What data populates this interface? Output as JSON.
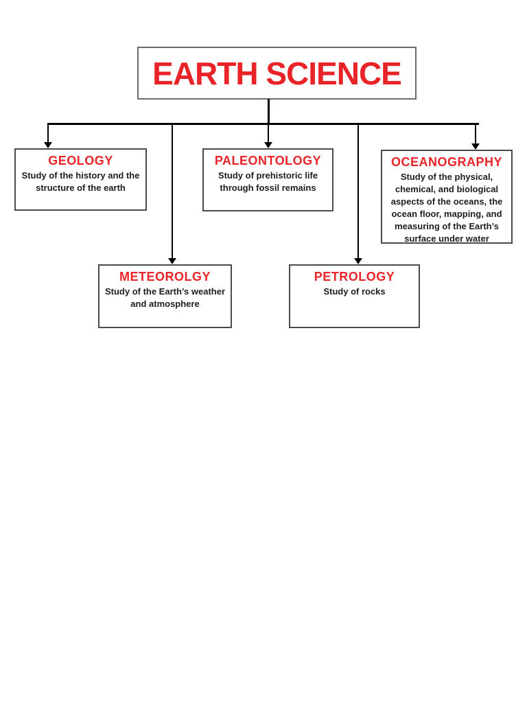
{
  "colors": {
    "heading_red": "#e82428",
    "body_text": "#1d1d1d",
    "box_border": "#4a4a4a",
    "title_box_border": "#6b6b6b",
    "connector": "#000000",
    "background": "#ffffff"
  },
  "diagram": {
    "title": {
      "label": "EARTH SCIENCE"
    },
    "nodes": [
      {
        "id": "geology",
        "title": "GEOLOGY",
        "description": "Study of the history and the structure of the earth"
      },
      {
        "id": "paleontology",
        "title": "PALEONTOLOGY",
        "description": "Study of prehistoric life through fossil remains"
      },
      {
        "id": "oceanography",
        "title": "OCEANOGRAPHY",
        "description": "Study of the physical, chemical, and biological aspects of the oceans, the ocean floor, mapping, and measuring of the Earth’s surface under water"
      },
      {
        "id": "meteorology",
        "title": "METEOROLGY",
        "description": "Study of the Earth’s weather and atmosphere"
      },
      {
        "id": "petrology",
        "title": "PETROLOGY",
        "description": "Study of rocks"
      }
    ]
  }
}
